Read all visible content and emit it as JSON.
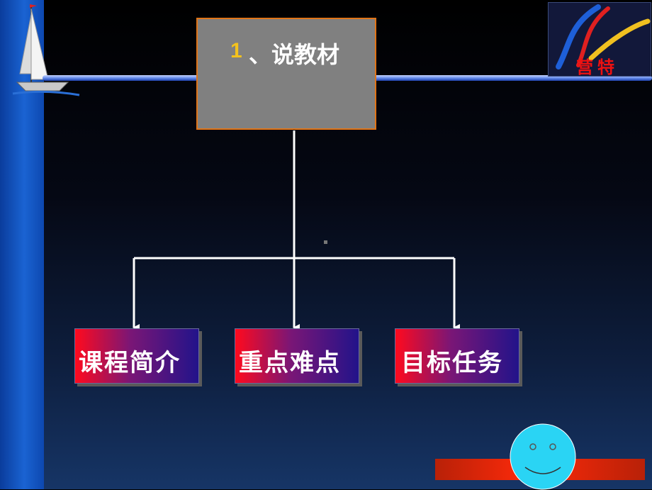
{
  "branding": {
    "logo_text": "营特",
    "logo_icon": "swoosh-logo-icon",
    "decoration_icon": "sailboat-icon"
  },
  "topic": {
    "number": "1",
    "title": "、说教材"
  },
  "subtopics": [
    {
      "label": "课程简介"
    },
    {
      "label": "重点难点"
    },
    {
      "label": "目标任务"
    }
  ],
  "decor": {
    "smiley_icon": "smiley-face-icon",
    "accent_color": "#e07418",
    "number_color": "#f3c21d"
  }
}
